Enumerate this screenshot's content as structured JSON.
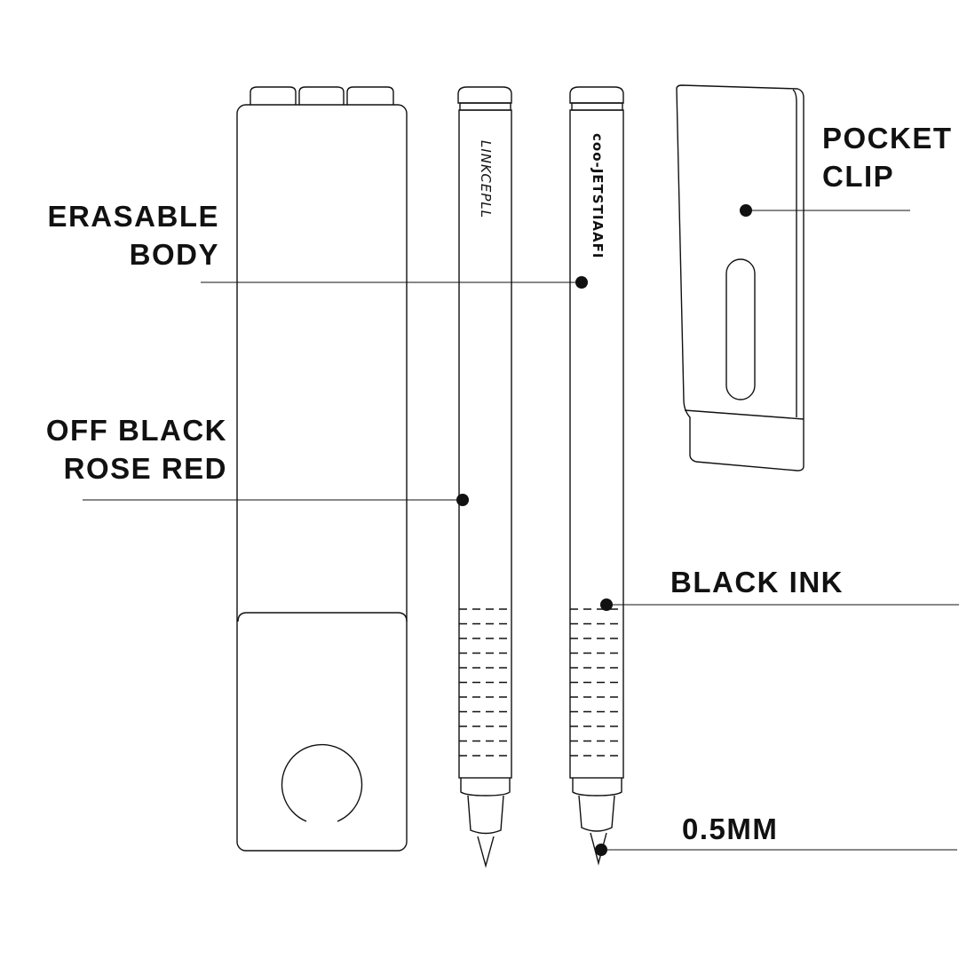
{
  "labels": {
    "erasable_body": [
      "ERASABLE",
      "BODY"
    ],
    "colors": [
      "OFF BLACK",
      "ROSE RED"
    ],
    "pocket_clip": [
      "POCKET",
      "CLIP"
    ],
    "ink": "BLACK INK",
    "tip": "0.5MM"
  },
  "pen_markings": {
    "pen1": "LINKCEPLL",
    "pen2": "coo-JETSTIAAFI"
  },
  "colors": {
    "line": "#111111",
    "background": "#ffffff"
  }
}
